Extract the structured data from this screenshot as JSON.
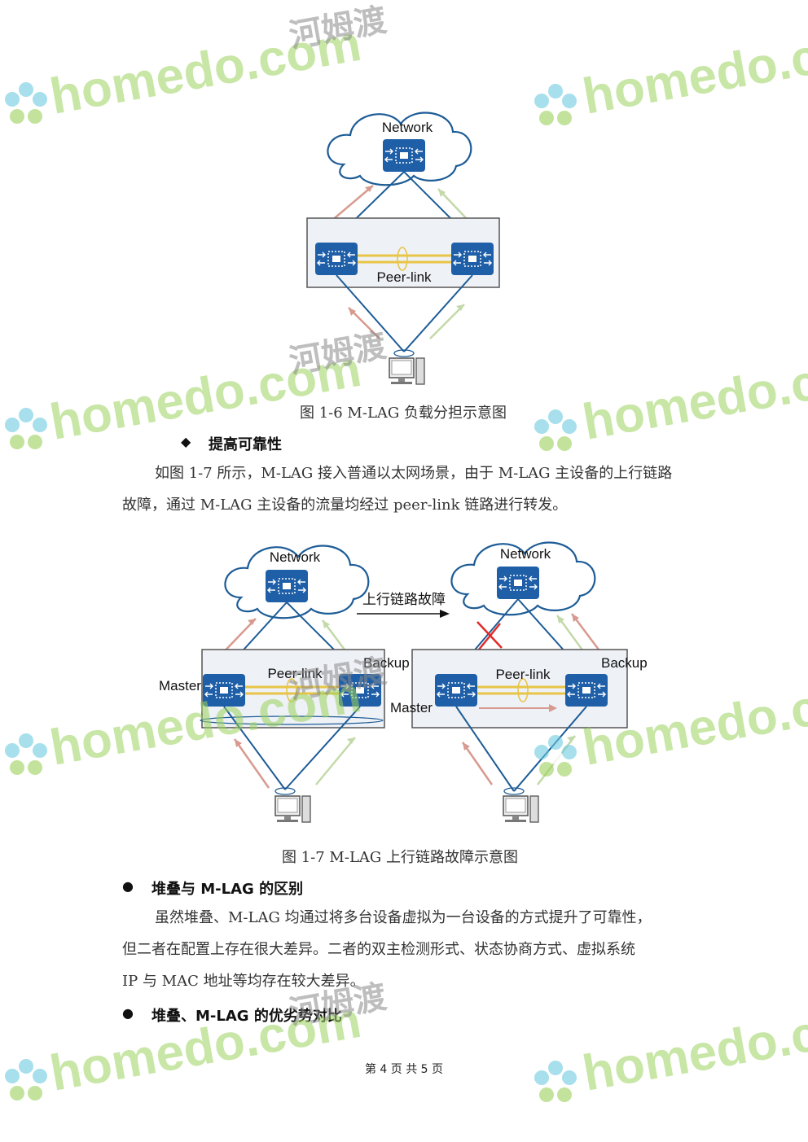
{
  "figure1": {
    "network_label": "Network",
    "peerlink_label": "Peer-link",
    "caption": "图 1-6 M-LAG 负载分担示意图"
  },
  "section1": {
    "bullet": "◆",
    "heading": "提高可靠性",
    "para_line1": "如图 1-7 所示，M-LAG 接入普通以太网场景，由于 M-LAG 主设备的上行链路",
    "para_line2": "故障，通过 M-LAG 主设备的流量均经过 peer-link 链路进行转发。"
  },
  "figure2": {
    "left": {
      "network_label": "Network",
      "peerlink_label": "Peer-link",
      "master_label": "Master",
      "backup_label": "Backup"
    },
    "right": {
      "network_label": "Network",
      "peerlink_label": "Peer-link",
      "master_label": "Master",
      "backup_label": "Backup"
    },
    "arrow_label": "上行链路故障",
    "caption": "图 1-7 M-LAG 上行链路故障示意图"
  },
  "section2": {
    "bullet": "●",
    "heading": "堆叠与 M-LAG 的区别",
    "para_line1": "虽然堆叠、M-LAG 均通过将多台设备虚拟为一台设备的方式提升了可靠性，",
    "para_line2": "但二者在配置上存在很大差异。二者的双主检测形式、状态协商方式、虚拟系统",
    "para_line3": "IP 与 MAC 地址等均存在较大差异。"
  },
  "section3": {
    "bullet": "●",
    "heading": "堆叠、M-LAG 的优劣势对比"
  },
  "footer": {
    "text": "第 4 页 共 5 页"
  },
  "watermark": {
    "latin": "homedo.com",
    "chinese": "河姆渡"
  },
  "colors": {
    "device_blue": "#1f5fa8",
    "link_blue": "#1d5c96",
    "peerlink_yellow": "#e8c547",
    "arrow_red": "#d89a8f",
    "arrow_green": "#c3d9a8",
    "fail_red": "#e02a2a",
    "watermark_green": "#9bd15c"
  }
}
